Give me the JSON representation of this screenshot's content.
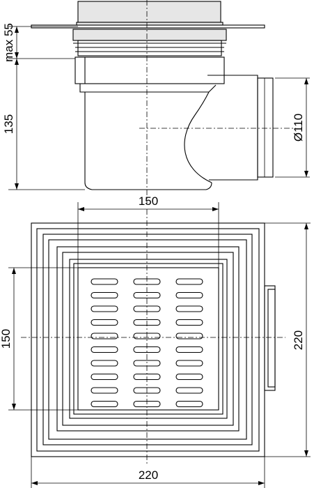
{
  "dimensions": {
    "top_height": "max 55",
    "body_height": "135",
    "outlet_diameter": "Ø110",
    "grate_width": "150",
    "grate_height": "150",
    "outer_height": "220",
    "outer_width": "220"
  }
}
